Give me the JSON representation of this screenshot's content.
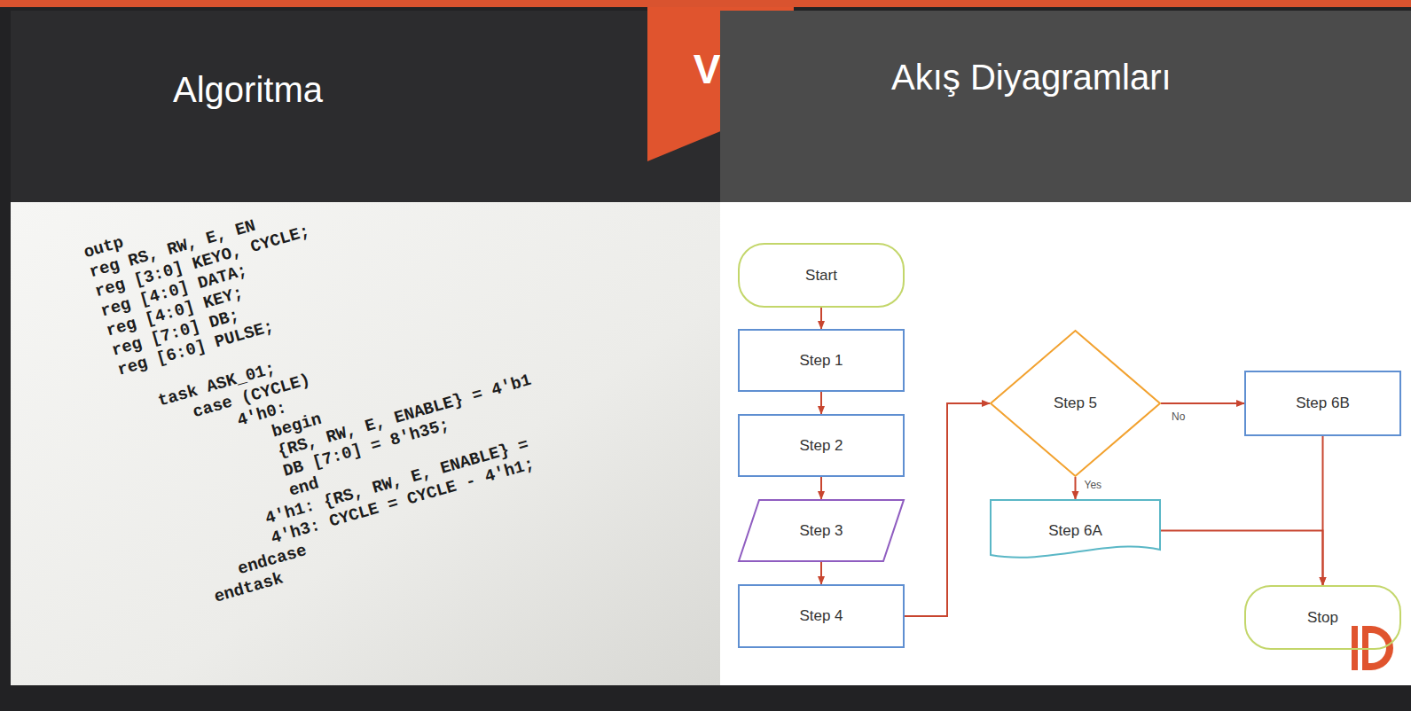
{
  "diagram": {
    "nodes": [
      {
        "text": [
          "Algoritma"
        ]
      },
      {
        "text": [
          "VS"
        ]
      },
      {
        "text": [
          "Akış Diyagramları"
        ]
      },
      {
        "text": [
          "Start"
        ]
      },
      {
        "text": [
          "Step 1"
        ]
      },
      {
        "text": [
          "Step 2"
        ]
      },
      {
        "text": [
          "Step 3"
        ]
      },
      {
        "text": [
          "Step 4"
        ]
      },
      {
        "text": [
          "Step 5"
        ]
      },
      {
        "text": [
          "Step 6B"
        ]
      },
      {
        "text": [
          "Step 6A"
        ]
      },
      {
        "text": [
          "Stop"
        ]
      }
    ],
    "edges": [
      {
        "from": 3,
        "to": 4,
        "arrow": "to"
      },
      {
        "from": 4,
        "to": 5,
        "arrow": "to"
      },
      {
        "from": 5,
        "to": 6,
        "arrow": "to"
      },
      {
        "from": 6,
        "to": 7,
        "arrow": "to"
      },
      {
        "from": 7,
        "to": 8,
        "arrow": "to"
      },
      {
        "from": 8,
        "to": 9,
        "label": "No",
        "arrow": "to"
      },
      {
        "from": 8,
        "to": 10,
        "label": "Yes",
        "arrow": "to"
      },
      {
        "from": 9,
        "to": 11,
        "arrow": "to"
      },
      {
        "from": 10,
        "to": 11,
        "arrow": "to"
      }
    ],
    "labels": [
      "outp",
      "reg RS, RW, E, EN",
      "reg [3:0] KEYO, CYCLE;",
      "reg [4:0] DATA;",
      "reg [4:0] KEY;",
      "reg [7:0] DB;",
      "reg [6:0] PULSE;",
      "task ASK_01;",
      "case (CYCLE)",
      "4'h0:",
      "begin",
      "{RS, RW, E, ENABLE} = 4'b1",
      "DB [7:0] = 8'h35;",
      "end",
      "4'h1: {RS, RW, E, ENABLE} =",
      "4'h3: CYCLE = CYCLE - 4'h1;",
      "endcase",
      "endtask"
    ]
  }
}
